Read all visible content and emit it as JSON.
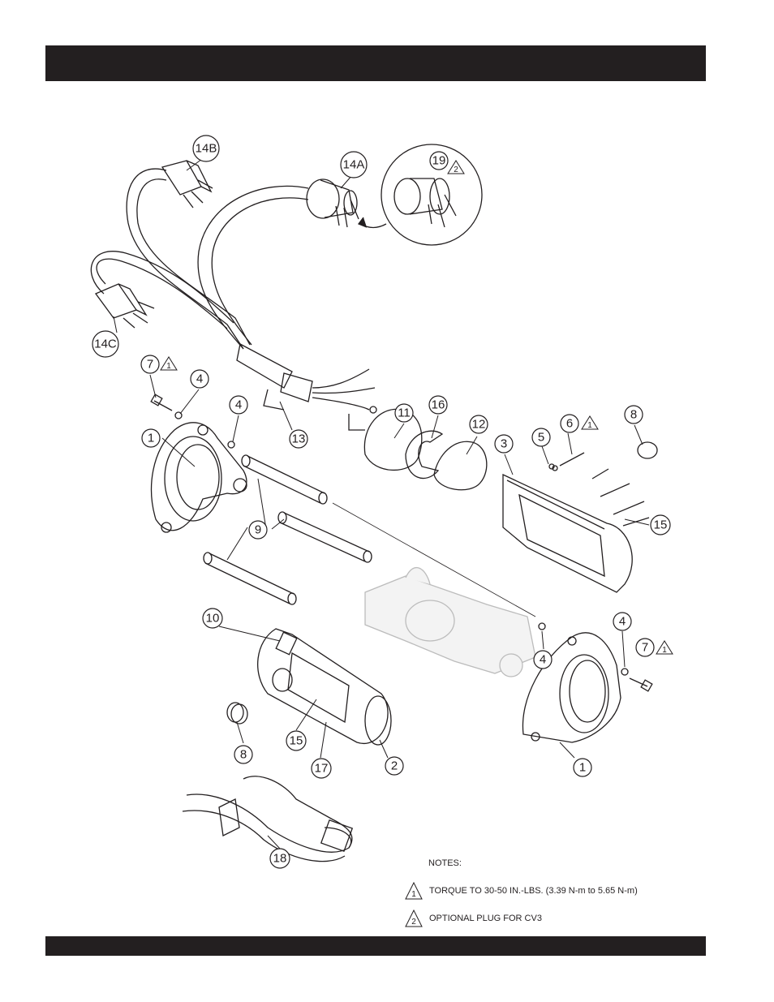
{
  "callouts": {
    "c_14B": "14B",
    "c_14A": "14A",
    "c_19": "19",
    "c_14C": "14C",
    "c_7a": "7",
    "c_4a": "4",
    "c_4b": "4",
    "c_1a": "1",
    "c_13": "13",
    "c_11": "11",
    "c_16": "16",
    "c_12": "12",
    "c_3": "3",
    "c_5": "5",
    "c_6": "6",
    "c_8a": "8",
    "c_15a": "15",
    "c_9": "9",
    "c_10": "10",
    "c_4c": "4",
    "c_4d": "4",
    "c_7b": "7",
    "c_8b": "8",
    "c_15b": "15",
    "c_17": "17",
    "c_2": "2",
    "c_1b": "1",
    "c_18": "18"
  },
  "note_flags": {
    "f_19": "2",
    "f_7a": "1",
    "f_6": "1",
    "f_7b": "1"
  },
  "notes": {
    "title": "NOTES:",
    "items": [
      {
        "symbol": "1",
        "text": "TORQUE TO 30-50 IN.-LBS. (3.39 N-m to 5.65 N-m)"
      },
      {
        "symbol": "2",
        "text": "OPTIONAL PLUG FOR CV3"
      }
    ]
  }
}
